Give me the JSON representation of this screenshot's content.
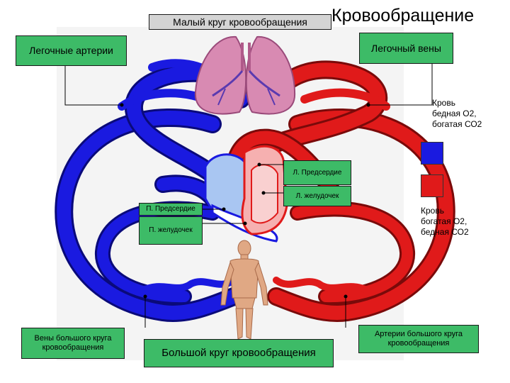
{
  "title": "Кровообращение",
  "labels": {
    "pulmonary_circuit": "Малый круг кровообращения",
    "pulmonary_arteries": "Легочные артерии",
    "pulmonary_veins": "Легочный вены",
    "right_atrium": "П. Предсердие",
    "right_ventricle": "П. желудочек",
    "left_atrium": "Л. Предсердие",
    "left_ventricle": "Л. желудочек",
    "systemic_veins": "Вены большого круга кровообращения",
    "systemic_circuit": "Большой круг кровообращения",
    "systemic_arteries": "Артерии большого круга кровообращения"
  },
  "legend": {
    "deoxygenated_lines": [
      "Кровь",
      "бедная О2,",
      "богатая СО2"
    ],
    "oxygenated_lines": [
      "Кровь",
      "богатая О2,",
      "бедная СО2"
    ]
  },
  "colors": {
    "venous_blue": "#1a1ae0",
    "arterial_red": "#e01a1a",
    "label_green": "#3dbb67",
    "label_gray": "#d4d4d4",
    "lung_pink": "#d88ab2",
    "heart_pink": "#f6b0b0",
    "heart_blue": "#a9c6f2"
  },
  "icons": [
    "lungs-illustration",
    "heart-illustration",
    "human-figure-illustration"
  ]
}
